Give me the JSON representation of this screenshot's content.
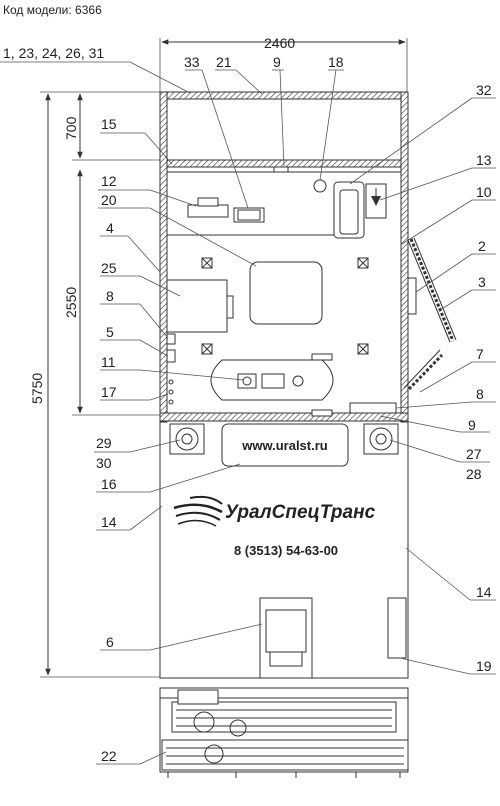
{
  "model_label": "Код модели: 6366",
  "dimensions": {
    "width": "2460",
    "total_length": "5750",
    "front_section": "700",
    "cabin_section": "2550"
  },
  "callouts": {
    "c1_23_24_26_31": "1, 23, 24, 26, 31",
    "c33": "33",
    "c21": "21",
    "c9_top": "9",
    "c18": "18",
    "c32": "32",
    "c15": "15",
    "c13": "13",
    "c12": "12",
    "c10": "10",
    "c20": "20",
    "c4": "4",
    "c2": "2",
    "c25": "25",
    "c3": "3",
    "c8_left": "8",
    "c5": "5",
    "c7": "7",
    "c11": "11",
    "c8_right": "8",
    "c17": "17",
    "c9_right": "9",
    "c29": "29",
    "c30": "30",
    "c27": "27",
    "c28": "28",
    "c16": "16",
    "c14_left": "14",
    "c14_right": "14",
    "c6": "6",
    "c19": "19",
    "c22": "22"
  },
  "vehicle_text": {
    "website": "www.uralst.ru",
    "brand": "УралСпецТранс",
    "phone": "8 (3513) 54-63-00"
  }
}
